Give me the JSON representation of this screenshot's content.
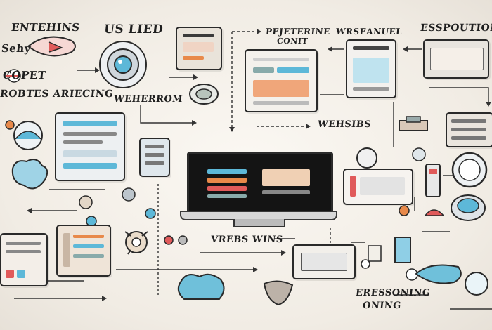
{
  "labels": {
    "entehins": "ENTEHINS",
    "us_lied": "US LIED",
    "sehy": "Sehy",
    "copet": "COPET",
    "robtes": "ROBTES ARIECING",
    "wehenrom": "WEHERROM",
    "pejeterine": "PEJETERINE",
    "conit": "CONIT",
    "wrseanuel": "WRSEANUEL",
    "esspoutions": "ESSPOUTIONS",
    "wehsibs": "WEHSIBS",
    "vrebs_wins": "VREBS WINS",
    "eressoning": "ERESSONING",
    "onong": "ONING"
  },
  "colors": {
    "blue": "#5db8d8",
    "orange": "#e8894a",
    "red": "#e05a5a",
    "dark": "#1e1e1e",
    "paper": "#f6f2ec"
  },
  "icons": [
    "speaker-icon",
    "browser-window-icon",
    "laptop-icon",
    "gear-icon",
    "drone-icon",
    "cloud-icon",
    "monitor-icon",
    "tablet-icon"
  ]
}
